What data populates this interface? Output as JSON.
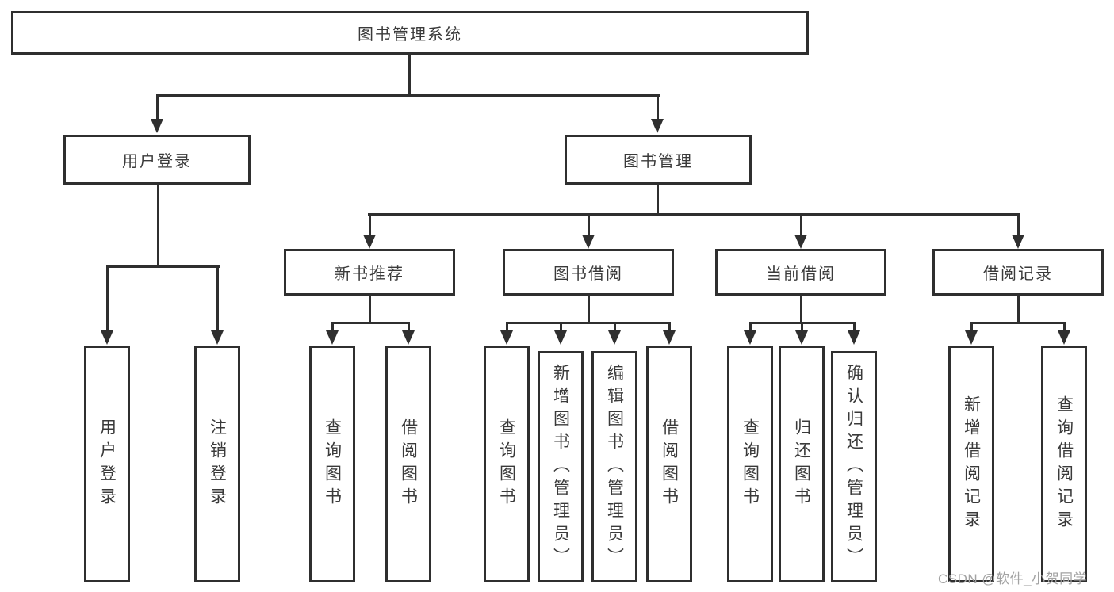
{
  "colors": {
    "line": "#2f2f2f",
    "text": "#3a3a3a",
    "background": "#ffffff",
    "watermark": "#a3a3a3"
  },
  "tree": {
    "root": "图书管理系统",
    "children": [
      {
        "label": "用户登录",
        "children": [
          "用户登录",
          "注销登录"
        ]
      },
      {
        "label": "图书管理",
        "children": [
          {
            "label": "新书推荐",
            "children": [
              "查询图书",
              "借阅图书"
            ]
          },
          {
            "label": "图书借阅",
            "children": [
              "查询图书",
              "新增图书（管理员）",
              "编辑图书（管理员）",
              "借阅图书"
            ]
          },
          {
            "label": "当前借阅",
            "children": [
              "查询图书",
              "归还图书",
              "确认归还（管理员）"
            ]
          },
          {
            "label": "借阅记录",
            "children": [
              "新增借阅记录",
              "查询借阅记录"
            ]
          }
        ]
      }
    ]
  },
  "watermark": {
    "text": "CSDN @软件_小贺同学"
  }
}
